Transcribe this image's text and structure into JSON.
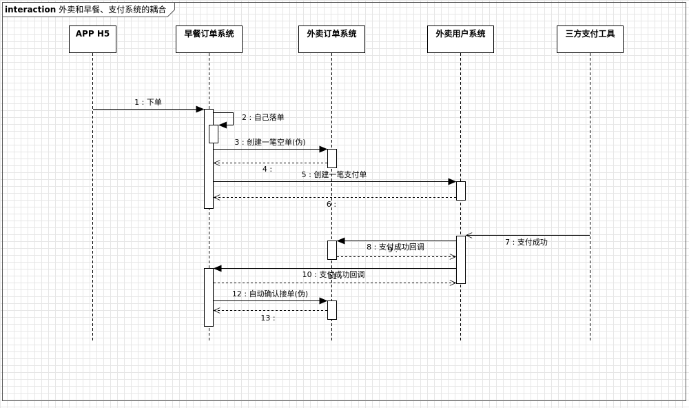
{
  "frame": {
    "keyword": "interaction",
    "title": "外卖和早餐、支付系统的耦合"
  },
  "lifelines": [
    {
      "id": "app",
      "label": "APP H5"
    },
    {
      "id": "breakfast",
      "label": "早餐订单系统"
    },
    {
      "id": "takeout_order",
      "label": "外卖订单系统"
    },
    {
      "id": "takeout_user",
      "label": "外卖用户系统"
    },
    {
      "id": "pay",
      "label": "三方支付工具"
    }
  ],
  "messages": [
    {
      "seq": "1",
      "text": "1 : 下单",
      "from": "app",
      "to": "breakfast",
      "style": "solid"
    },
    {
      "seq": "2",
      "text": "2 : 自己落单",
      "from": "breakfast",
      "to": "breakfast",
      "style": "self"
    },
    {
      "seq": "3",
      "text": "3 : 创建一笔空单(伪)",
      "from": "breakfast",
      "to": "takeout_order",
      "style": "solid"
    },
    {
      "seq": "4",
      "text": "4 :",
      "from": "takeout_order",
      "to": "breakfast",
      "style": "return"
    },
    {
      "seq": "5",
      "text": "5 : 创建一笔支付单",
      "from": "breakfast",
      "to": "takeout_user",
      "style": "solid"
    },
    {
      "seq": "6",
      "text": "6 :",
      "from": "takeout_user",
      "to": "breakfast",
      "style": "return"
    },
    {
      "seq": "7",
      "text": "7 : 支付成功",
      "from": "pay",
      "to": "takeout_user",
      "style": "async"
    },
    {
      "seq": "8",
      "text": "8 : 支付成功回调",
      "from": "takeout_user",
      "to": "takeout_order",
      "style": "solid"
    },
    {
      "seq": "9",
      "text": "9 :",
      "from": "takeout_order",
      "to": "takeout_user",
      "style": "return"
    },
    {
      "seq": "10",
      "text": "10 : 支付成功回调",
      "from": "takeout_user",
      "to": "breakfast",
      "style": "solid"
    },
    {
      "seq": "11",
      "text": "11 :",
      "from": "breakfast",
      "to": "takeout_user",
      "style": "return"
    },
    {
      "seq": "12",
      "text": "12 : 自动确认接单(伪)",
      "from": "breakfast",
      "to": "takeout_order",
      "style": "solid"
    },
    {
      "seq": "13",
      "text": "13 :",
      "from": "takeout_order",
      "to": "breakfast",
      "style": "return"
    }
  ]
}
